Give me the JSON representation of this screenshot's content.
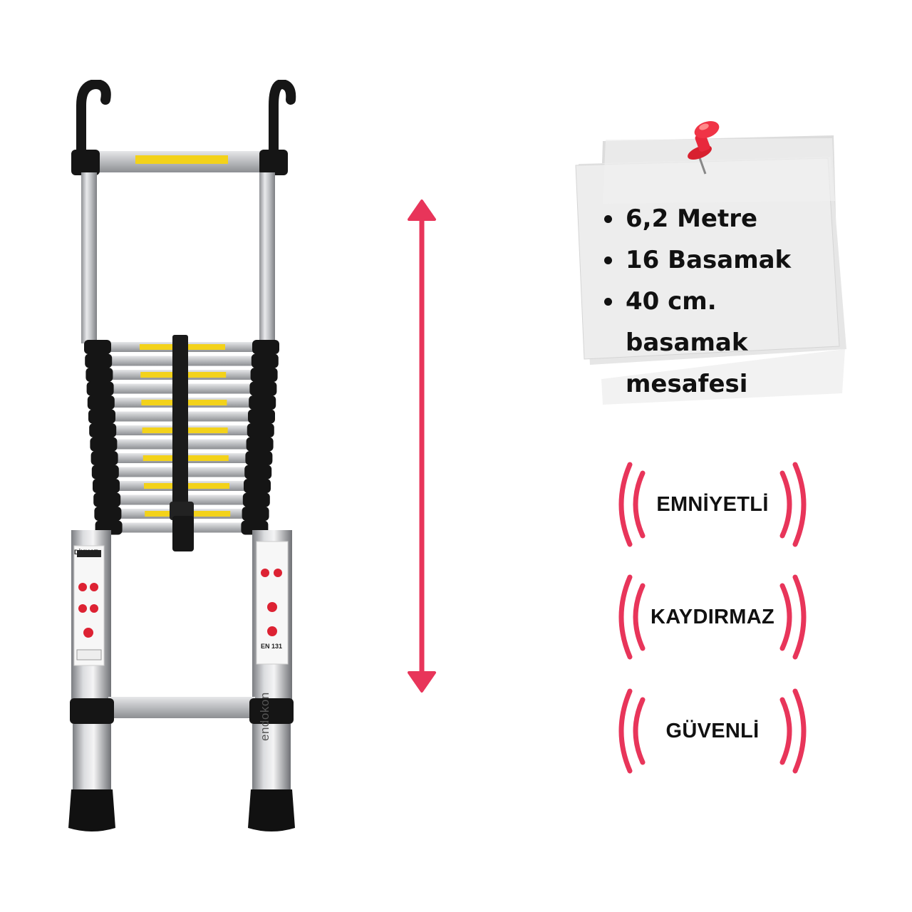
{
  "product": {
    "brand": "endokon",
    "standard": "EN 131",
    "warning_label": "DİKKAT"
  },
  "specs": {
    "items": [
      "6,2 Metre",
      "16 Basamak",
      "40 cm. basamak mesafesi"
    ]
  },
  "badges": {
    "items": [
      "EMNİYETLİ",
      "KAYDIRMAZ",
      "GÜVENLİ"
    ]
  },
  "colors": {
    "accent": "#e8355a",
    "note_paper": "#ececec",
    "pin": "#e8283c",
    "rail": "#c9cacc",
    "rubber": "#151515",
    "label_yellow": "#f3d21a"
  },
  "icons": {
    "arrow": "double-headed-vertical-arrow",
    "pin": "push-pin-icon",
    "signal": "broadcast-brackets-icon"
  }
}
